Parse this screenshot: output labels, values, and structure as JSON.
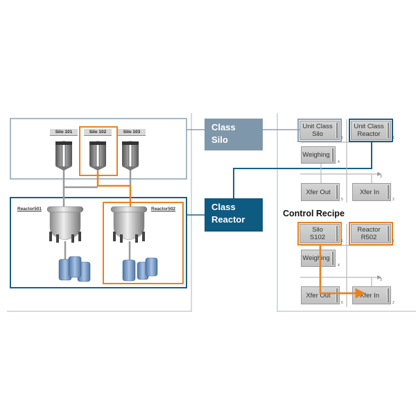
{
  "colors": {
    "highlight_orange": "#e8821e",
    "class_silo_fill": "#7f97aa",
    "class_reactor_fill": "#0f5a80",
    "reactor_frame": "#1b5f86",
    "silo_frame": "#8aa0b2",
    "panel_line": "#c6ced6",
    "barrel": "#6f93c0"
  },
  "plant": {
    "silos": [
      {
        "label": "Silo 101",
        "selected": false
      },
      {
        "label": "Silo 102",
        "selected": true
      },
      {
        "label": "Silo 103",
        "selected": false
      }
    ],
    "reactors": [
      {
        "label": "Reactor501",
        "selected": false
      },
      {
        "label": "Reactor502",
        "selected": true
      }
    ]
  },
  "classes": {
    "silo": {
      "line1": "Class",
      "line2": "Silo"
    },
    "reactor": {
      "line1": "Class",
      "line2": "Reactor"
    }
  },
  "master_recipe": {
    "unit_silo": {
      "line1": "Unit Class",
      "line2": "Silo",
      "num": "1"
    },
    "unit_reactor": {
      "line1": "Unit Class",
      "line2": "Reactor",
      "num": "1"
    },
    "weighing": {
      "label": "Weighing",
      "num": "4"
    },
    "sync_num": "3",
    "xfer_out": {
      "label": "Xfer Out",
      "num": "5"
    },
    "xfer_in": {
      "label": "Xfer In",
      "num": "2"
    }
  },
  "control_recipe": {
    "title": "Control Recipe",
    "silo": {
      "line1": "Silo",
      "line2": "S102",
      "num": "1"
    },
    "reactor": {
      "line1": "Reactor",
      "line2": "R502",
      "num": "1"
    },
    "weighing": {
      "label": "Weighing",
      "num": "4"
    },
    "sync_num": "3",
    "xfer_out": {
      "label": "Xfer Out",
      "num": "5"
    },
    "xfer_in": {
      "label": "Xfer In",
      "num": "2"
    }
  }
}
